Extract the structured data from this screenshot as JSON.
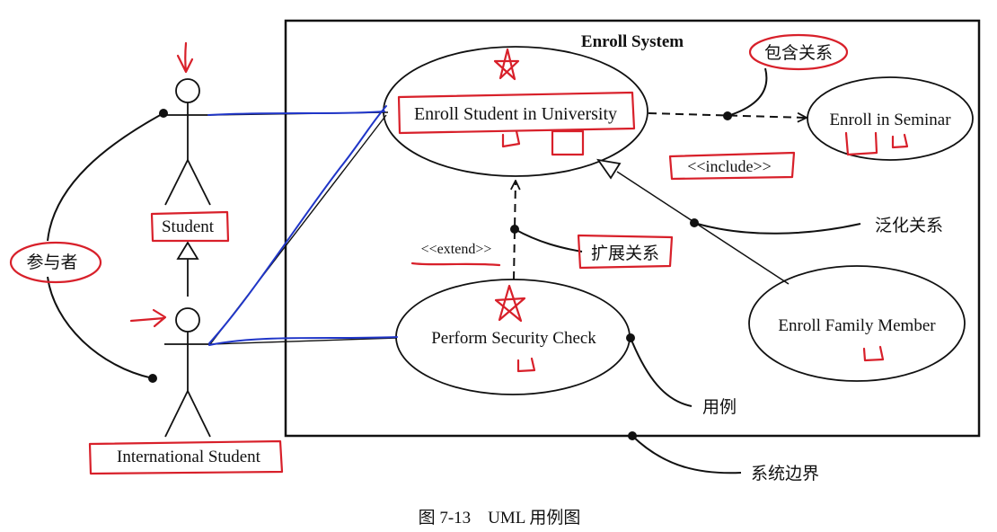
{
  "system": {
    "title": "Enroll System"
  },
  "use_cases": {
    "enroll_university": "Enroll Student in University",
    "enroll_seminar": "Enroll in Seminar",
    "security_check": "Perform Security Check",
    "family_member": "Enroll Family Member"
  },
  "actors": {
    "student": "Student",
    "international": "International Student"
  },
  "stereotypes": {
    "include": "<<include>>",
    "extend": "<<extend>>"
  },
  "annotations": {
    "include_relation": "包含关系",
    "generalization": "泛化关系",
    "extend_relation": "扩展关系",
    "actor": "参与者",
    "use_case": "用例",
    "system_boundary": "系统边界"
  },
  "caption": "图 7-13　UML 用例图",
  "colors": {
    "ink": "#111111",
    "red_pen": "#d8202a",
    "blue_pen": "#2036c8"
  }
}
